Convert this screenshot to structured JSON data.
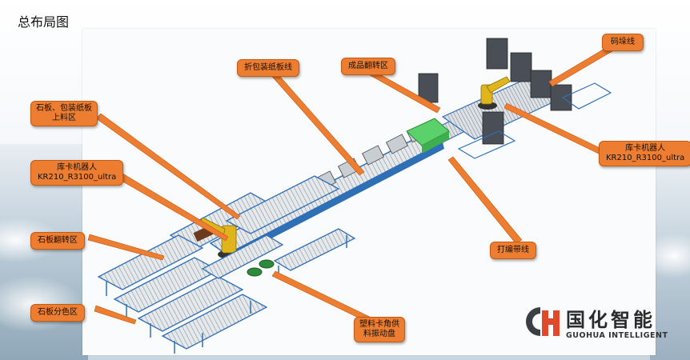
{
  "page": {
    "title": "总布局图"
  },
  "callouts": {
    "stone_feed": {
      "line1": "石板、包装纸板",
      "line2": "上料区"
    },
    "robot_left": {
      "line1": "库卡机器人",
      "line2": "KR210_R3100_ultra"
    },
    "stone_flip": {
      "label": "石板翻转区"
    },
    "stone_sort": {
      "label": "石板分色区"
    },
    "fold_line": {
      "label": "折包装纸板线"
    },
    "product_flip": {
      "label": "成品翻转区"
    },
    "stack_line": {
      "label": "码垛线"
    },
    "robot_right": {
      "line1": "库卡机器人",
      "line2": "KR210_R3100_ultra"
    },
    "strap_line": {
      "label": "打编带线"
    },
    "feeder": {
      "line1": "塑料卡角供",
      "line2": "料振动盘"
    }
  },
  "brand": {
    "name_cn": "国化智能",
    "name_en": "GUOHUA INTELLIGENT",
    "logo_icon": "gh-logo-icon",
    "colors": {
      "callout": "#ed7d31",
      "callout_border": "#c55a11",
      "machine_blue": "#2f6fb5",
      "robot_yellow": "#e0b51b",
      "strap_green": "#5ad16a"
    }
  }
}
